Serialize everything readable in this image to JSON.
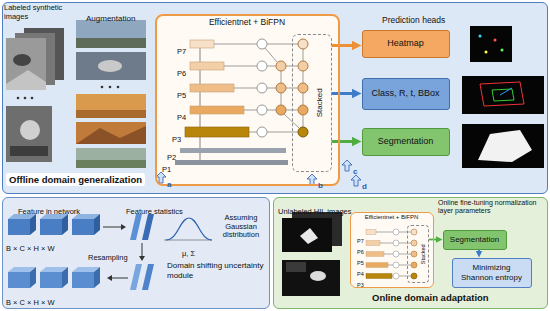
{
  "diagram": {
    "nodes": [
      {
        "text": [
          "Offline domain generalization"
        ]
      },
      {
        "text": [
          "Efficientnet + BiFPN"
        ],
        "in": 0
      },
      {
        "text": [
          "Stacked"
        ],
        "in": 1
      },
      {
        "text": [
          "Heatmap"
        ],
        "in": 0
      },
      {
        "text": [
          "Class, R, t, BBox"
        ],
        "in": 0
      },
      {
        "text": [
          "Segmentation"
        ],
        "in": 0
      },
      {
        "text": [
          "Domain shifting uncertainty module"
        ]
      },
      {
        "text": [
          "Online domain adaptation"
        ]
      },
      {
        "text": [
          "Efficientnet + BiFPN"
        ],
        "in": 7
      },
      {
        "text": [
          "Stacked"
        ],
        "in": 8
      },
      {
        "text": [
          "Segmentation"
        ],
        "in": 7
      },
      {
        "text": [
          "Minimizing Shannon entropy"
        ],
        "in": 7
      }
    ],
    "edges": [
      {
        "from": 2,
        "to": 3,
        "arrow": "to"
      },
      {
        "from": 2,
        "to": 4,
        "arrow": "to"
      },
      {
        "from": 2,
        "to": 5,
        "arrow": "to"
      },
      {
        "from": 9,
        "to": 10,
        "arrow": "to"
      },
      {
        "from": 10,
        "to": 11,
        "arrow": "to"
      }
    ],
    "labels": [
      "Labeled synthetic images",
      "Augmentation",
      "P7",
      "P6",
      "P5",
      "P4",
      "P3",
      "P2",
      "P1",
      "a",
      "b",
      "c",
      "d",
      "Prediction heads",
      "Feature in network",
      "Feature statistics",
      "B × C × H × W",
      "Assuming Gaussian distribution",
      "μ, Σ",
      "Resampling",
      "B × C × H × W",
      "Unlabeled HIL images",
      "Online fine-tuning normalization layer parameters",
      "P7",
      "P6",
      "P5",
      "P4",
      "P3"
    ]
  }
}
